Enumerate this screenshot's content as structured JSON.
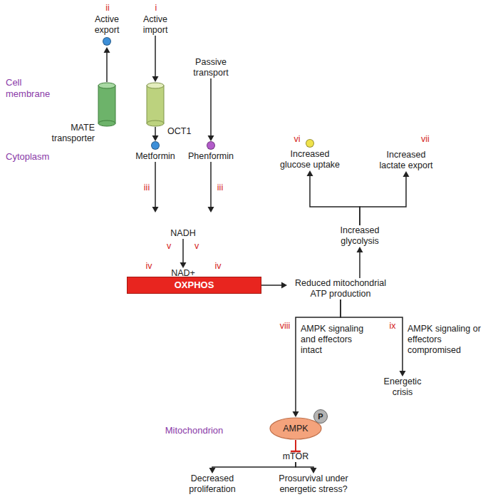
{
  "diagram": {
    "nodes": [
      {
        "text": [
          "Mitochondrion"
        ]
      },
      {
        "text": [
          "OXPHOS"
        ],
        "in": 0
      },
      {
        "text": [
          "NADH"
        ],
        "in": 0
      },
      {
        "text": [
          "NAD+"
        ],
        "in": 0
      },
      {
        "text": [
          "MATE transporter"
        ]
      },
      {
        "text": [
          "OCT1"
        ]
      },
      {
        "text": [
          "Active export"
        ]
      },
      {
        "text": [
          "Active import"
        ]
      },
      {
        "text": [
          "Passive transport"
        ]
      },
      {
        "text": [
          "Metformin"
        ]
      },
      {
        "text": [
          "Phenformin"
        ]
      },
      {
        "text": [
          "Increased glucose uptake"
        ]
      },
      {
        "text": [
          "Increased lactate export"
        ]
      },
      {
        "text": [
          "Increased glycolysis"
        ]
      },
      {
        "text": [
          "Reduced mitochondrial ATP production"
        ]
      },
      {
        "text": [
          "Energetic crisis"
        ]
      },
      {
        "text": [
          "AMPK",
          "P"
        ]
      },
      {
        "text": [
          "mTOR"
        ]
      },
      {
        "text": [
          "Decreased proliferation"
        ]
      },
      {
        "text": [
          "Prosurvival under energetic stress?"
        ]
      }
    ],
    "edges": [
      {
        "from": 7,
        "to": 5,
        "arrow": "to"
      },
      {
        "from": 5,
        "to": 9,
        "arrow": "to"
      },
      {
        "from": 4,
        "to": 6,
        "arrow": "to"
      },
      {
        "from": 8,
        "to": 10,
        "arrow": "to"
      },
      {
        "from": 9,
        "to": 0,
        "arrow": "to"
      },
      {
        "from": 10,
        "to": 0,
        "arrow": "to"
      },
      {
        "from": 1,
        "to": 14,
        "arrow": "to"
      },
      {
        "from": 14,
        "to": 13,
        "arrow": "to"
      },
      {
        "from": 13,
        "to": 11,
        "arrow": "to"
      },
      {
        "from": 13,
        "to": 12,
        "arrow": "to"
      },
      {
        "from": 14,
        "to": 16,
        "label": "AMPK signaling and effectors intact",
        "arrow": "to"
      },
      {
        "from": 14,
        "to": 15,
        "label": "AMPK signaling or effectors compromised",
        "arrow": "to"
      },
      {
        "from": 16,
        "to": 17,
        "arrow": "to"
      },
      {
        "from": 17,
        "to": 18,
        "arrow": "to"
      },
      {
        "from": 17,
        "to": 19,
        "arrow": "to"
      },
      {
        "from": 2,
        "to": 3,
        "arrow": "to"
      }
    ],
    "labels": [
      "ii",
      "i",
      "Cell membrane",
      "vi",
      "vii",
      "Cytoplasm",
      "iii",
      "iii",
      "v",
      "v",
      "iv",
      "iv",
      "viii",
      "ix"
    ]
  }
}
